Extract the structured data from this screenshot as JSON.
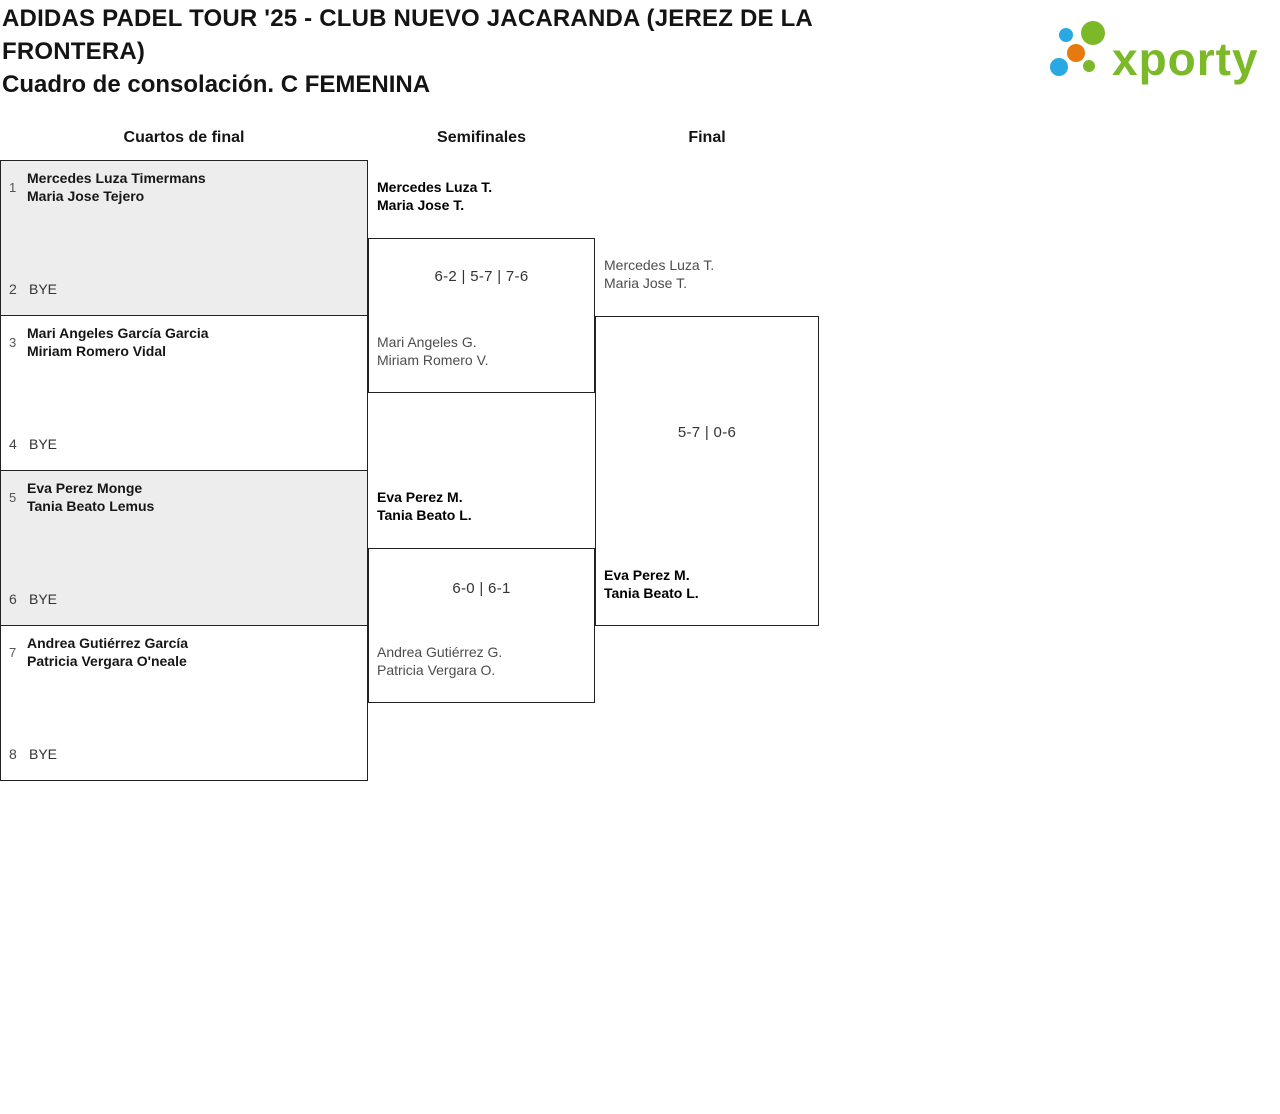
{
  "header": {
    "title": "ADIDAS PADEL TOUR '25 - CLUB NUEVO JACARANDA (JEREZ DE LA FRONTERA)",
    "subtitle": "Cuadro de consolación. C FEMENINA"
  },
  "logo": {
    "text": "xporty",
    "colors": {
      "green": "#7cb928",
      "blue": "#29a9e1",
      "orange": "#e8790c"
    }
  },
  "columns": {
    "quarterfinals": "Cuartos de final",
    "semifinals": "Semifinales",
    "final": "Final"
  },
  "quarterfinals": [
    {
      "seed_top": "1",
      "team_top": [
        "Mercedes Luza Timermans",
        "Maria Jose Tejero"
      ],
      "seed_bottom": "2",
      "team_bottom": "BYE"
    },
    {
      "seed_top": "3",
      "team_top": [
        "Mari Angeles García Garcia",
        "Miriam Romero Vidal"
      ],
      "seed_bottom": "4",
      "team_bottom": "BYE"
    },
    {
      "seed_top": "5",
      "team_top": [
        "Eva Perez Monge",
        "Tania Beato Lemus"
      ],
      "seed_bottom": "6",
      "team_bottom": "BYE"
    },
    {
      "seed_top": "7",
      "team_top": [
        "Andrea Gutiérrez García",
        "Patricia Vergara O'neale"
      ],
      "seed_bottom": "8",
      "team_bottom": "BYE"
    }
  ],
  "semifinals": [
    {
      "team_top": [
        "Mercedes Luza T.",
        "Maria Jose T."
      ],
      "score": "6-2 | 5-7 | 7-6",
      "team_bottom": [
        "Mari Angeles G.",
        "Miriam Romero V."
      ]
    },
    {
      "team_top": [
        "Eva Perez M.",
        "Tania Beato L."
      ],
      "score": "6-0 | 6-1",
      "team_bottom": [
        "Andrea Gutiérrez G.",
        "Patricia Vergara O."
      ]
    }
  ],
  "final": {
    "team_top": [
      "Mercedes Luza T.",
      "Maria Jose T."
    ],
    "score": "5-7 | 0-6",
    "team_bottom": [
      "Eva Perez M.",
      "Tania Beato L."
    ]
  }
}
